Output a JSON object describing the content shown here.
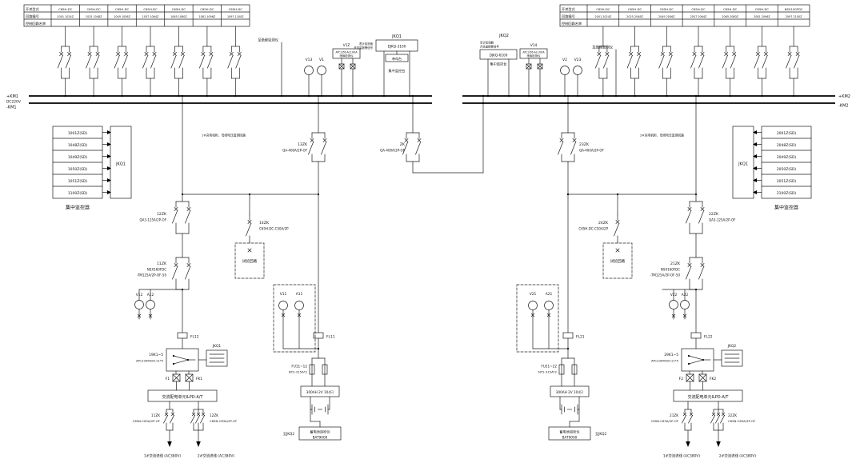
{
  "tables": {
    "row_headers": [
      "开关型式",
      "回路编号",
      "控制回路名称"
    ],
    "left_types": [
      "C65H-DC",
      "C65H-DC",
      "C65H-DC",
      "C65H-DC",
      "C65H-DC",
      "C65H-DC",
      "C65H-DC"
    ],
    "left_circuits": [
      "1001 1024Z",
      "1025 1048Z",
      "1049 1056Z",
      "1057 1064Z",
      "1065 1080Z",
      "1081 1096Z",
      "1097 1100Z"
    ],
    "right_types": [
      "C65H-DC",
      "C65H-DC",
      "C65H-DC",
      "C65H-DC",
      "C65H-DC",
      "C65H-DC",
      "NSX100FDC"
    ],
    "right_circuits": [
      "2001 2024Z",
      "2025 2048Z",
      "2049 2056Z",
      "2057 2064Z",
      "2065 2080Z",
      "2081 2096Z",
      "2097 2100Z"
    ]
  },
  "bus": {
    "left_pos": "+KM1",
    "left_v": "DC220V",
    "left_neg": "-KM1",
    "right_pos": "+KM2",
    "right_neg": "-KM2"
  },
  "monitors": {
    "left_rows": [
      "1001Z(SD)",
      "1048Z(SD)",
      "1049Z(SD)",
      "1050Z(SD)",
      "1051Z(SD)",
      "1100Z(SD)"
    ],
    "left_box": "JKQ1",
    "left_caption": "集中监控器",
    "right_rows": [
      "2001Z(SD)",
      "2048Z(SD)",
      "2049Z(SD)",
      "2050Z(SD)",
      "2051Z(SD)",
      "2100Z(SD)"
    ],
    "right_box": "JKQ1",
    "right_caption": "集中监控器"
  },
  "top_center": {
    "left_meters": [
      "V13",
      "V1"
    ],
    "right_meters": [
      "V2",
      "V23"
    ],
    "left_ins_id": "V1Z",
    "left_ins_box": [
      "ATC2Z6-AL100A",
      "绝缘检测仪"
    ],
    "right_ins_id": "V14",
    "right_ins_box": [
      "ATC2Z6-AL100A",
      "绝缘检测仪"
    ],
    "jkq1": {
      "label": "JKQ1",
      "note1": "表计检测值",
      "note2": "开关量报警信号",
      "box": "DJKQ-3100",
      "sub": "单母台",
      "caption": "集中监控台"
    },
    "jkq2": {
      "label": "JKQ2",
      "note1": "至计检测器",
      "note2": "开关量报警信号",
      "box": "DJKQ-6100",
      "caption": "集中监控台"
    },
    "left_note": "至绝缘监测仪",
    "right_note": "至绝缘监测仪"
  },
  "branch_notes": {
    "left": "1#充电机柜、母线电压监测回路",
    "right": "2#充电机柜、母线电压监测回路"
  },
  "breakers": {
    "b12": {
      "id": "12ZK",
      "spec": "QA3-125A/2P-OF"
    },
    "b13": {
      "id": "13ZK",
      "spec": "QA-400A/2P-OF"
    },
    "tie": {
      "id": "ZK",
      "spec": "QA-400A/2P-OF"
    },
    "b23": {
      "id": "23ZK",
      "spec": "QA-400A/2P-OF"
    },
    "b22": {
      "id": "22ZK",
      "spec": "QA3-125A/2P-OF"
    },
    "b14": {
      "id": "14ZK",
      "spec": "C65H-DC-C50A/2P"
    },
    "b24": {
      "id": "24ZK",
      "spec": "C65H-DC-C50A/2P"
    },
    "b11": {
      "id": "11ZK",
      "spec1": "NSX160FDC",
      "spec2": "-TM125A/2P-OF-50"
    },
    "b21": {
      "id": "21ZK",
      "spec1": "NSX160FDC",
      "spec2": "-TM125A/2P-OF-50"
    },
    "ac11": {
      "id": "11ZK",
      "spec": "C65N-C63A/2P-OF"
    },
    "ac12": {
      "id": "12ZK",
      "spec": "C65N-C63A/3P-OF"
    },
    "ac21": {
      "id": "21ZK",
      "spec": "C65N-C63A/2P-OF"
    },
    "ac22": {
      "id": "22ZK",
      "spec": "C65N-C63A/3P-OF"
    }
  },
  "test_loop": "试验回路",
  "meters": {
    "v12": "V12",
    "a12": "A12",
    "v11": "V11",
    "a11": "A11",
    "v21": "V21",
    "a21": "A21",
    "v22": "V22",
    "a22": "A22"
  },
  "shunts": {
    "fl12": "FL12",
    "fl11": "FL11",
    "fl21": "FL21",
    "fl22": "FL22"
  },
  "transfer": {
    "left_id": "19K1~5",
    "left_spec": "ATC230M20111*5",
    "right_id": "29K1~5",
    "right_spec": "ATC230M20111*5",
    "left_jkq": "JKQ1",
    "right_jkq": "JKQ2"
  },
  "fuses": {
    "f1": "F1",
    "fk1": "FK1",
    "f2": "F2",
    "fk2": "FK2",
    "fu11": "FU11~12",
    "fu11_spec": "NT2-315A*2",
    "fu21": "FU21~22",
    "fu21_spec": "NT2-315A*2"
  },
  "ac_unit": "交流配电单元ILPD-A/T",
  "battery": {
    "bank": "300AH 2V 104只",
    "monitor1": "蓄电池巡检仪",
    "monitor2": "BAT9000",
    "to": "至JKQ2"
  },
  "ac_inputs": {
    "in1": "1#交流进线 (AC380V)",
    "in2": "2#交流进线 (AC380V)"
  }
}
